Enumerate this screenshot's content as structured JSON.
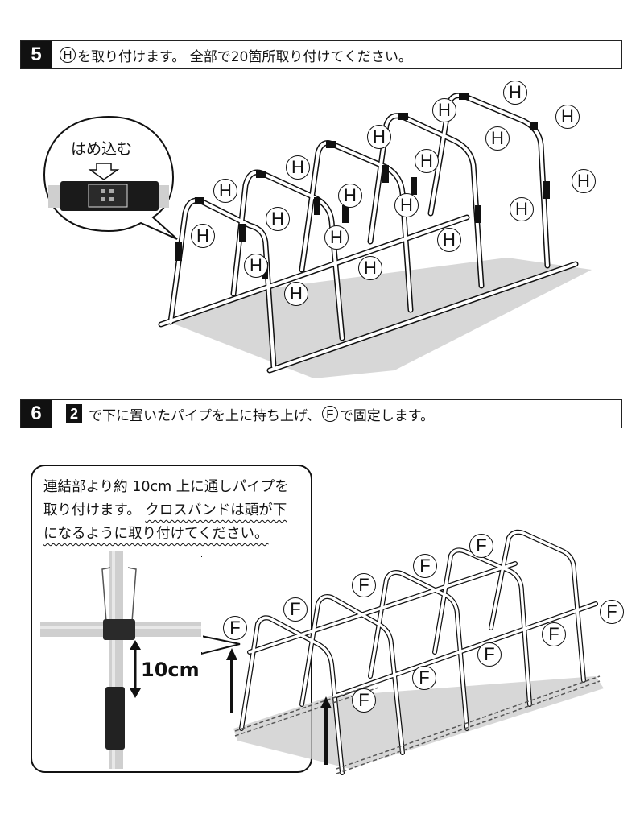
{
  "step5": {
    "number": "5",
    "part_letter": "H",
    "instruction_pre": "",
    "instruction": "を取り付けます。 全部で20箇所取り付けてください。",
    "bubble_label": "はめ込む",
    "callout_letter": "H",
    "callout_count": 20
  },
  "step6": {
    "number": "6",
    "ref_step": "2",
    "instruction_a": "で下に置いたパイプを上に持ち上げ、",
    "part_letter": "F",
    "instruction_b": "で固定します。",
    "note_line1": "連結部より約 10cm 上に通しパイプを",
    "note_line2a": "取り付けます。",
    "note_line2b": "クロスバンドは頭が下",
    "note_line3": "になるように取り付けてください。",
    "measure_label": "10cm",
    "callout_letter": "F"
  }
}
